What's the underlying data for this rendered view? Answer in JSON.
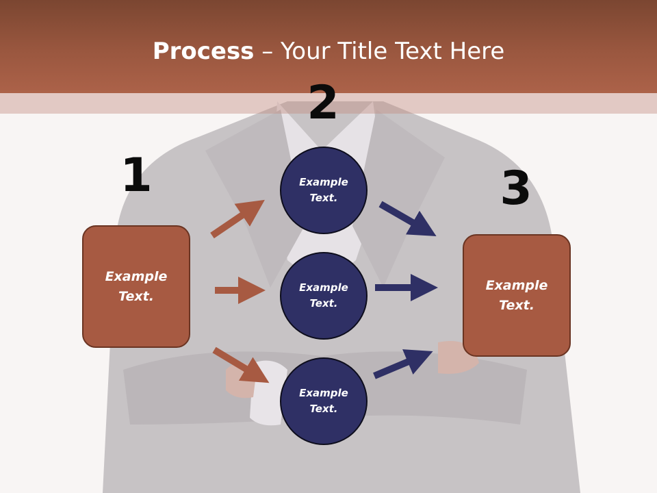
{
  "title": {
    "bold": "Process",
    "rest": " – Your Title Text Here"
  },
  "steps": [
    {
      "number": "1",
      "label": "Example Text."
    },
    {
      "number": "2",
      "label": "Example Text."
    },
    {
      "number": "3",
      "label": "Example Text."
    }
  ],
  "circles": [
    {
      "label": "Example Text."
    },
    {
      "label": "Example Text."
    },
    {
      "label": "Example Text."
    }
  ],
  "colors": {
    "header": "#9a573f",
    "box_fill": "#a75a42",
    "circle_fill": "#2f3065",
    "arrow_brown": "#a75a42",
    "arrow_navy": "#2f3065"
  }
}
